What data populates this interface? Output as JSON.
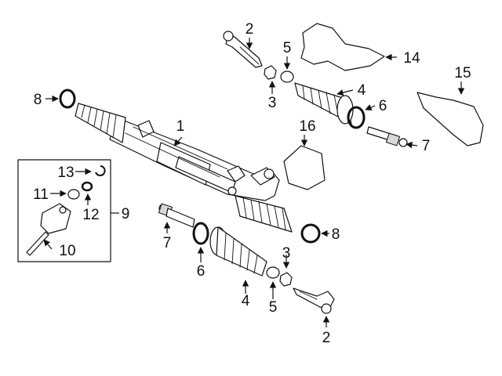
{
  "callouts": {
    "c1": "1",
    "c2_top": "2",
    "c2_bottom": "2",
    "c3_top": "3",
    "c3_bottom": "3",
    "c4_top": "4",
    "c4_bottom": "4",
    "c5_top": "5",
    "c5_bottom": "5",
    "c6_top": "6",
    "c6_bottom": "6",
    "c7_right": "7",
    "c7_left": "7",
    "c8_left": "8",
    "c8_right": "8",
    "c9": "9",
    "c10": "10",
    "c11": "11",
    "c12": "12",
    "c13": "13",
    "c14": "14",
    "c15": "15",
    "c16": "16"
  },
  "colors": {
    "line": "#111111",
    "shade": "#d9d9d9",
    "background": "#ffffff"
  }
}
